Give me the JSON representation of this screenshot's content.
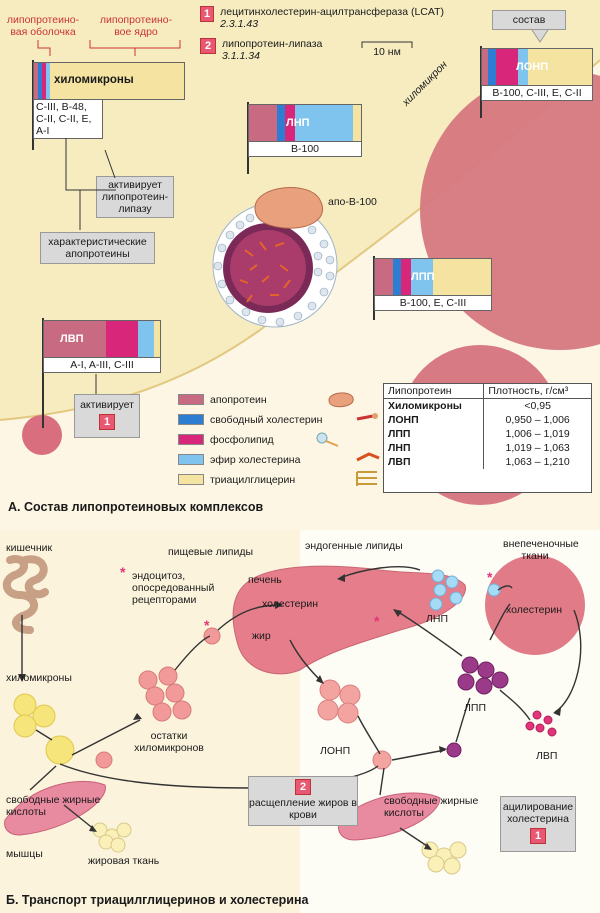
{
  "colors": {
    "apoprotein": "#c86a82",
    "free_cholesterol": "#2d7dd2",
    "phospholipid": "#d8277a",
    "cholesterol_ester": "#7ec4ee",
    "triacylglycerol": "#f4e3a1"
  },
  "enzymes": {
    "e1_num": "1",
    "e1_name": "лецитинхолестерин-ацилтрансфераза (LCAT)",
    "e1_ec": "2.3.1.43",
    "e2_num": "2",
    "e2_name": "липопротеин-липаза",
    "e2_ec": "3.1.1.34",
    "scale": "10 нм"
  },
  "panelA": {
    "title": "А. Состав липопротеиновых комплексов",
    "shell_label": "липопротеино-вая оболочка",
    "core_label": "липопротеино-вое ядро",
    "chylomicron_curve_label": "хиломикрон",
    "composition_label": "состав",
    "activates_lpl": "активирует липопротеин-липазу",
    "characteristic_apo": "характеристические апопротеины",
    "activates_label": "активирует",
    "activates_num": "1",
    "apo_b100_label": "апо-B-100",
    "particles": [
      {
        "name": "хиломикроны",
        "apo": "C-III, B-48, C-II, C-II, E, A-I"
      },
      {
        "name": "ЛНП",
        "apo": "B-100"
      },
      {
        "name": "ЛОНП",
        "apo": "B-100, C-III, E, C-II"
      },
      {
        "name": "ЛПП",
        "apo": "B-100, E, C-III"
      },
      {
        "name": "ЛВП",
        "apo": "A-I, A-III, C-III"
      }
    ],
    "legend": [
      {
        "label": "апопротеин"
      },
      {
        "label": "свободный холестерин"
      },
      {
        "label": "фосфолипид"
      },
      {
        "label": "эфир холестерина"
      },
      {
        "label": "триацилглицерин"
      }
    ],
    "density_table": {
      "headers": [
        "Липопротеин",
        "Плотность, г/см³"
      ],
      "rows": [
        [
          "Хиломикроны",
          "<0,95"
        ],
        [
          "ЛОНП",
          "0,950 – 1,006"
        ],
        [
          "ЛПП",
          "1,006 – 1,019"
        ],
        [
          "ЛНП",
          "1,019 – 1,063"
        ],
        [
          "ЛВП",
          "1,063 – 1,210"
        ]
      ]
    }
  },
  "panelB": {
    "title": "Б. Транспорт триацилглицеринов и холестерина",
    "intestine": "кишечник",
    "dietary_lipids": "пищевые липиды",
    "endogenous_lipids": "эндогенные липиды",
    "endocytosis_note": "эндоцитоз, опосредованный рецепторами",
    "liver": "печень",
    "liver_cholesterol": "холестерин",
    "liver_fat": "жир",
    "extrahepatic": "внепеченочные ткани",
    "extrahepatic_cholesterol": "холестерин",
    "ldl": "ЛНП",
    "idl": "ЛПП",
    "vldl": "ЛОНП",
    "hdl": "ЛВП",
    "chylomicrons": "хиломикроны",
    "chylo_remnants": "остатки хиломикронов",
    "free_fa_left": "свободные жирные кислоты",
    "free_fa_right": "свободные жирные кислоты",
    "lipolysis_num": "2",
    "lipolysis": "расщепление жиров в крови",
    "acylation": "ацилирование холестерина",
    "acylation_num": "1",
    "muscles": "мышцы",
    "adipose": "жировая ткань",
    "star": "*"
  }
}
